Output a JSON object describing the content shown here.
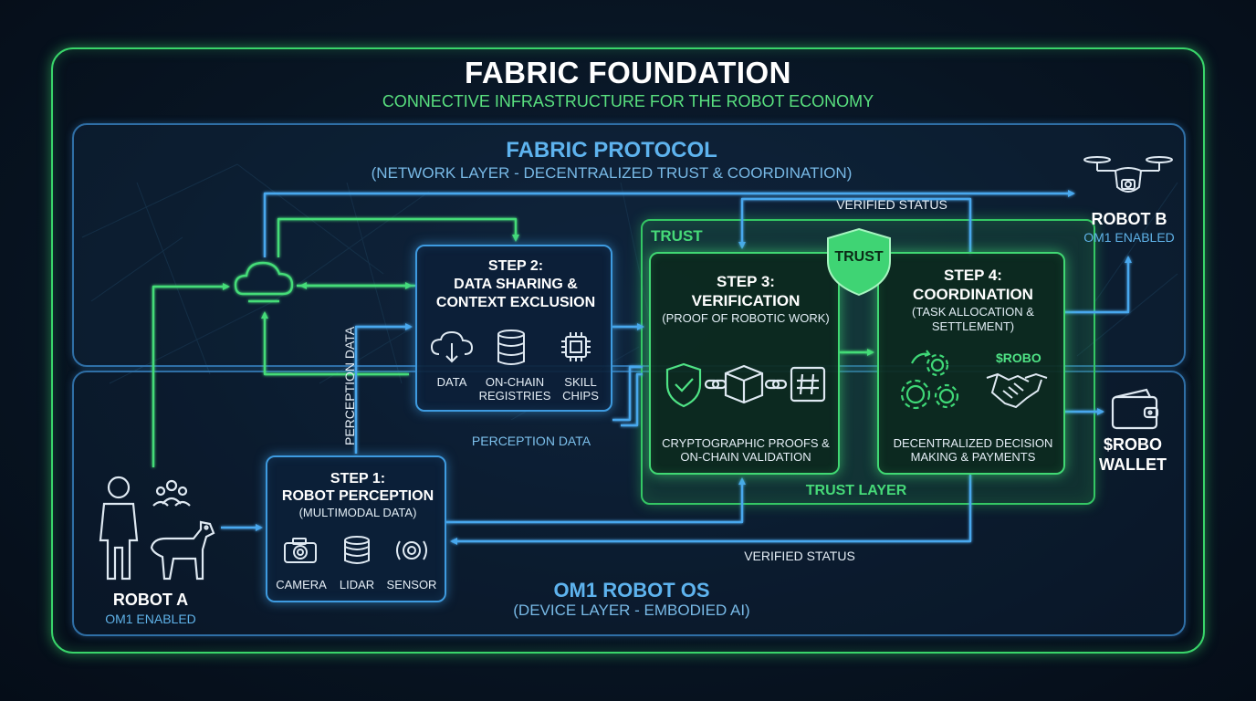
{
  "header": {
    "title": "FABRIC FOUNDATION",
    "subtitle": "CONNECTIVE INFRASTRUCTURE FOR THE ROBOT ECONOMY"
  },
  "protocol": {
    "title": "FABRIC PROTOCOL",
    "subtitle": "(NETWORK LAYER - DECENTRALIZED TRUST & COORDINATION)"
  },
  "os": {
    "title": "OM1 ROBOT OS",
    "subtitle": "(DEVICE LAYER - EMBODIED AI)"
  },
  "robot_a": {
    "name": "ROBOT A",
    "sub": "OM1 ENABLED"
  },
  "robot_b": {
    "name": "ROBOT B",
    "sub": "OM1 ENABLED"
  },
  "wallet": {
    "line1": "$ROBO",
    "line2": "WALLET"
  },
  "step1": {
    "title1": "STEP 1:",
    "title2": "ROBOT PERCEPTION",
    "sub": "(MULTIMODAL DATA)",
    "items": [
      "CAMERA",
      "LIDAR",
      "SENSOR"
    ]
  },
  "step2": {
    "title1": "STEP 2:",
    "title2": "DATA SHARING &",
    "title3": "CONTEXT EXCLUSION",
    "item_data": "DATA",
    "item_reg1": "ON-CHAIN",
    "item_reg2": "REGISTRIES",
    "item_skill1": "SKILL",
    "item_skill2": "CHIPS"
  },
  "step3": {
    "title1": "STEP 3:",
    "title2": "VERIFICATION",
    "sub": "(PROOF OF ROBOTIC WORK)",
    "desc1": "CRYPTOGRAPHIC PROOFS &",
    "desc2": "ON-CHAIN VALIDATION"
  },
  "step4": {
    "title1": "STEP 4:",
    "title2": "COORDINATION",
    "sub1": "(TASK ALLOCATION &",
    "sub2": "SETTLEMENT)",
    "token": "$ROBO",
    "desc1": "DECENTRALIZED DECISION",
    "desc2": "MAKING & PAYMENTS"
  },
  "trust": {
    "corner_label": "TRUST",
    "shield_label": "TRUST",
    "layer_label": "TRUST LAYER"
  },
  "flows": {
    "perception_vertical": "PERCEPTION DATA",
    "perception_horizontal": "PERCEPTION DATA",
    "verified_top": "VERIFIED STATUS",
    "verified_bottom": "VERIFIED STATUS"
  },
  "colors": {
    "green": "#40d873",
    "blue": "#3e9be0",
    "background": "#081523"
  },
  "icons": [
    "cloud-icon",
    "person-icon",
    "group-icon",
    "dog-icon",
    "drone-icon",
    "wallet-icon",
    "camera-icon",
    "lidar-icon",
    "sensor-icon",
    "cloud-data-icon",
    "database-icon",
    "chip-icon",
    "shield-check-icon",
    "chain-icon",
    "cube-icon",
    "hash-icon",
    "gears-icon",
    "handshake-icon",
    "trust-shield-icon"
  ]
}
